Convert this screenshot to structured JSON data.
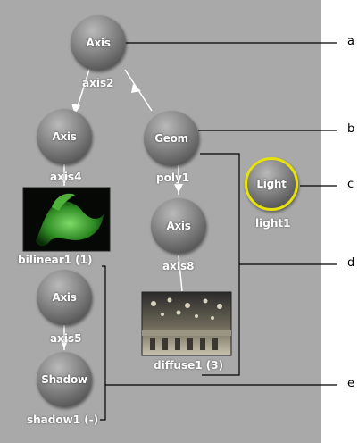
{
  "nodes": {
    "axis_root": "Axis",
    "axis_left": "Axis",
    "geom": "Geom",
    "light": "Light",
    "axis_mid": "Axis",
    "axis_low": "Axis",
    "shadow": "Shadow"
  },
  "captions": {
    "axis2": "axis2",
    "axis4": "axis4",
    "poly1": "poly1",
    "light1": "light1",
    "axis8": "axis8",
    "bilinear1": "bilinear1 (1)",
    "diffuse1": "diffuse1 (3)",
    "axis5": "axis5",
    "shadow1": "shadow1 (-)"
  },
  "callouts": [
    "a",
    "b",
    "c",
    "d",
    "e"
  ],
  "colors": {
    "panel": "#a9a9a9",
    "light_ring": "#e6e20a",
    "connector": "#ffffff",
    "callout_line": "#000000"
  }
}
